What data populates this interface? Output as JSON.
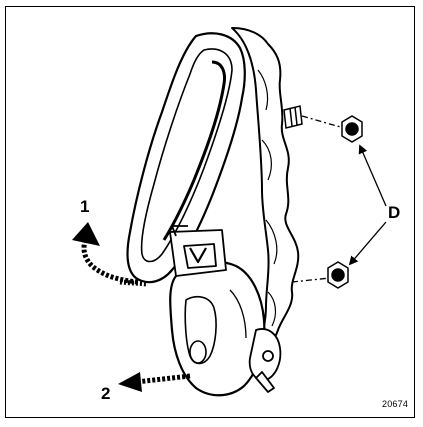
{
  "labels": {
    "step1": "1",
    "step2": "2",
    "fasteners": "D"
  },
  "reference": "20674",
  "colors": {
    "line": "#000000",
    "paper": "#ffffff"
  }
}
